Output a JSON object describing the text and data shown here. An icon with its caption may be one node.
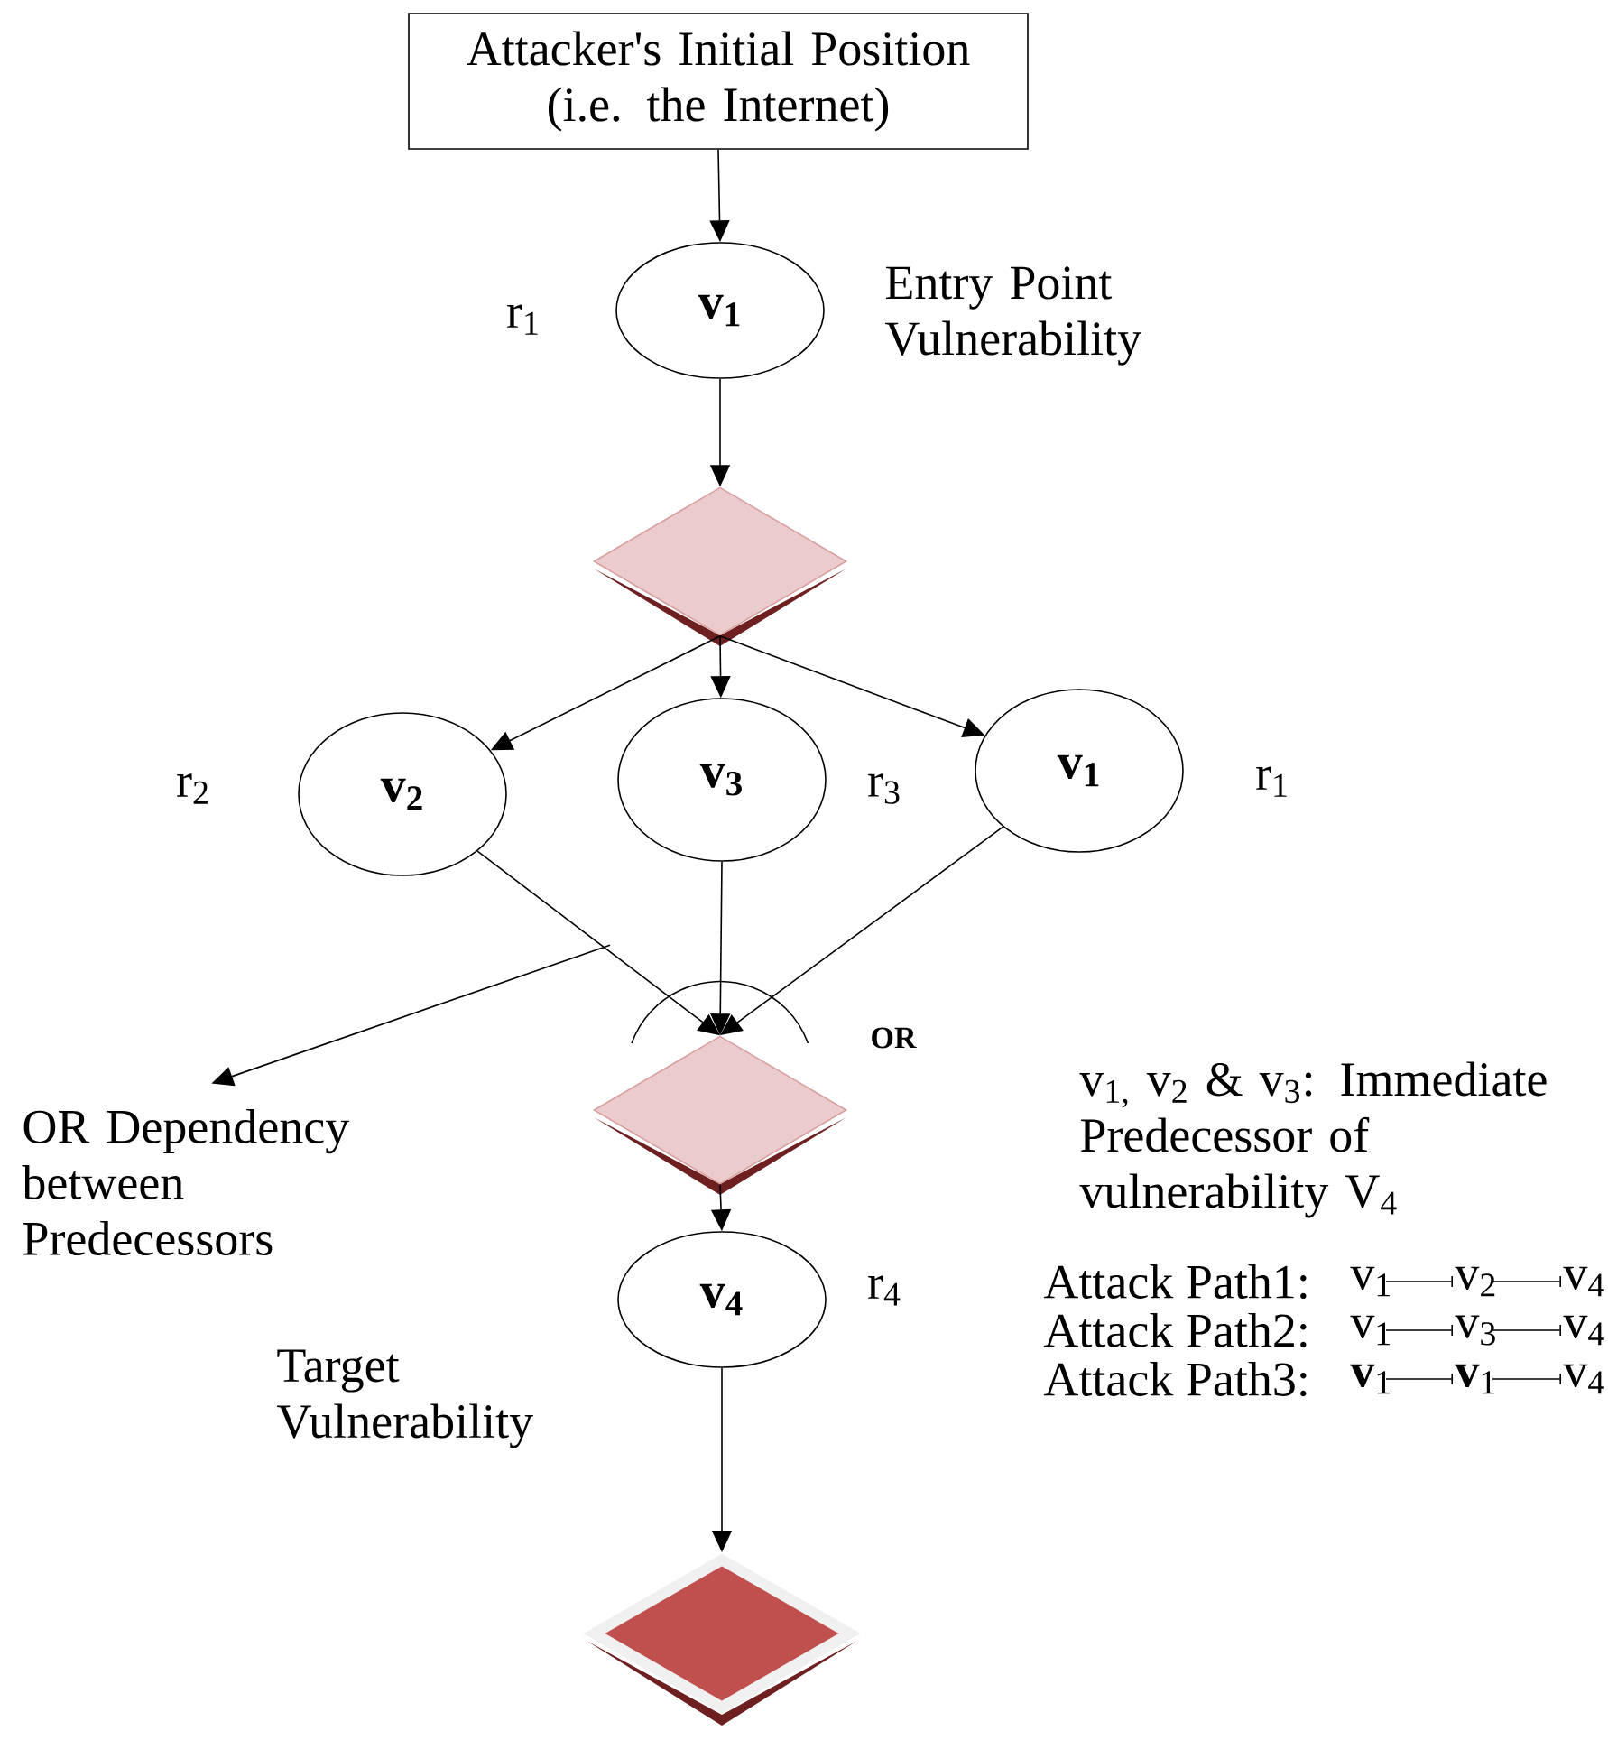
{
  "diagram": {
    "nodes": [
      {
        "text": [
          "Attacker's Initial Position (i.e. the Internet)"
        ]
      },
      {
        "text": [
          "v$_{1}$"
        ],
        "beside": [
          "r$_{1}$",
          "Entry Point Vulnerability"
        ]
      },
      {
        "text": [],
        "shape": "diamond"
      },
      {
        "text": [
          "v$_{2}$"
        ],
        "beside": [
          "r$_{2}$"
        ]
      },
      {
        "text": [
          "v$_{3}$"
        ],
        "beside": [
          "r$_{3}$"
        ]
      },
      {
        "text": [
          "v$_{1}$"
        ],
        "beside": [
          "r$_{1}$"
        ]
      },
      {
        "text": [],
        "shape": "diamond"
      },
      {
        "text": [
          "v$_{4}$"
        ],
        "beside": [
          "r$_{4}$",
          "Target Vulnerability"
        ]
      },
      {
        "text": [],
        "shape": "diamond"
      },
      {
        "text": [
          "OR Dependency between Predecessors"
        ]
      }
    ],
    "edges": [
      {
        "from": 0,
        "to": 1,
        "arrow": "to"
      },
      {
        "from": 1,
        "to": 2,
        "arrow": "to"
      },
      {
        "from": 2,
        "to": 3,
        "arrow": "to"
      },
      {
        "from": 2,
        "to": 4,
        "arrow": "to"
      },
      {
        "from": 2,
        "to": 5,
        "arrow": "to"
      },
      {
        "from": 3,
        "to": 6,
        "arrow": "to"
      },
      {
        "from": 4,
        "to": 6,
        "arrow": "to"
      },
      {
        "from": 5,
        "to": 6,
        "arrow": "to"
      },
      {
        "from": 6,
        "to": 7,
        "arrow": "to"
      },
      {
        "from": 7,
        "to": 8,
        "arrow": "to"
      },
      {
        "from": 6,
        "to": 9,
        "arrow": "to"
      }
    ],
    "labels": [
      "OR",
      "v$_{1,}$ v$_{2}$ & v$_{3}$: Immediate Predecessor of vulnerability V$_{4}$",
      "Attack Path1:",
      "v$_{1}$",
      "v$_{2}$",
      "v$_{4}$",
      "Attack Path2:",
      "v$_{1}$",
      "v$_{3}$",
      "v$_{4}$",
      "Attack Path3:",
      "**v**$_{1}$",
      "**v**$_{1}$",
      "v$_{4}$"
    ]
  }
}
